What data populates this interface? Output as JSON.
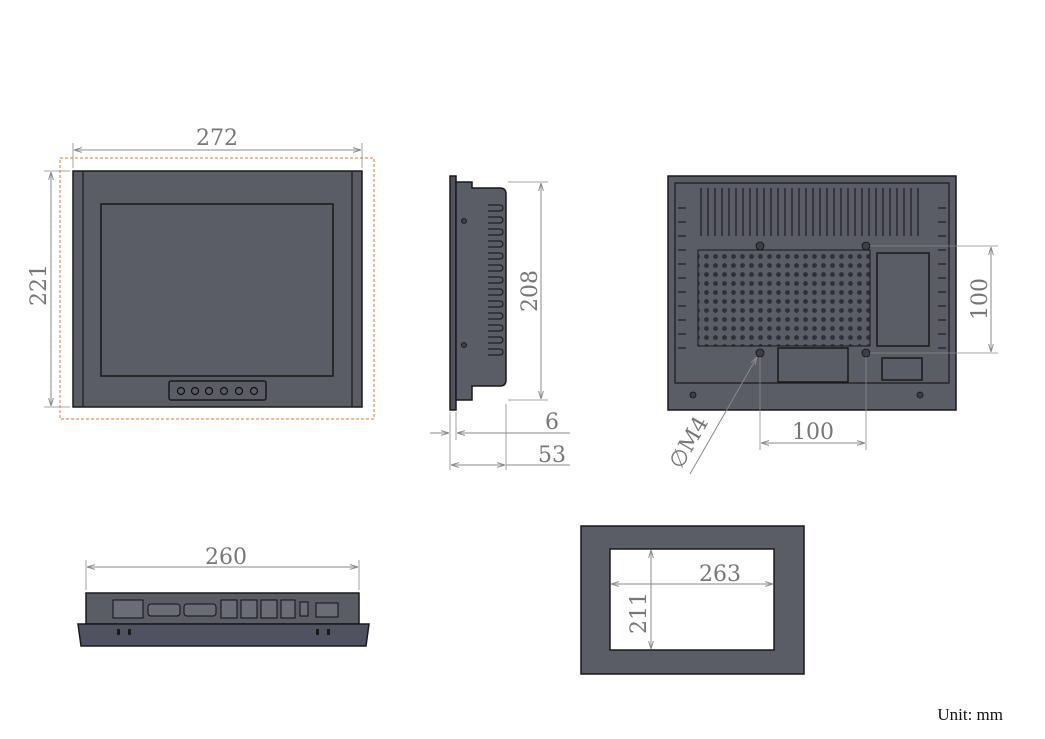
{
  "front_view": {
    "width_label": "272",
    "height_label": "221"
  },
  "side_view": {
    "height_label": "208",
    "bezel_label": "6",
    "depth_label": "53"
  },
  "rear_view": {
    "vesa_v_label": "100",
    "vesa_h_label": "100",
    "screw_label": "∅M4"
  },
  "bottom_view": {
    "width_label": "260"
  },
  "cutout_view": {
    "width_label": "263",
    "height_label": "211"
  },
  "unit_label": "Unit: mm",
  "colors": {
    "panel": "#5a5c66",
    "dimension": "#777777",
    "guide": "#e07a2a"
  }
}
